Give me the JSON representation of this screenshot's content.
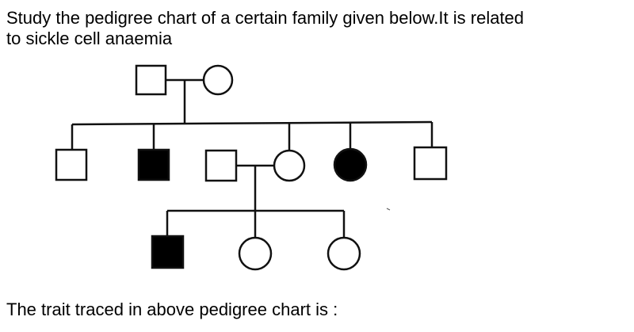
{
  "question": {
    "line1": "Study the pedigree chart of a certain family given below.It is related",
    "line2": "to sickle cell anaemia"
  },
  "footer": {
    "text": "The trait traced in above pedigree chart is :"
  },
  "pedigree": {
    "generation_1": [
      {
        "sex": "male",
        "affected": false
      },
      {
        "sex": "female",
        "affected": false
      }
    ],
    "generation_2": [
      {
        "sex": "male",
        "affected": false
      },
      {
        "sex": "male",
        "affected": true
      },
      {
        "sex": "male",
        "affected": false,
        "note": "spouse (married in)"
      },
      {
        "sex": "female",
        "affected": false
      },
      {
        "sex": "female",
        "affected": true
      },
      {
        "sex": "male",
        "affected": false
      }
    ],
    "generation_3": [
      {
        "sex": "male",
        "affected": true
      },
      {
        "sex": "female",
        "affected": false
      },
      {
        "sex": "female",
        "affected": false
      }
    ],
    "colors": {
      "line": "#111111",
      "affected_fill": "#000000",
      "unaffected_fill": "#ffffff"
    }
  }
}
